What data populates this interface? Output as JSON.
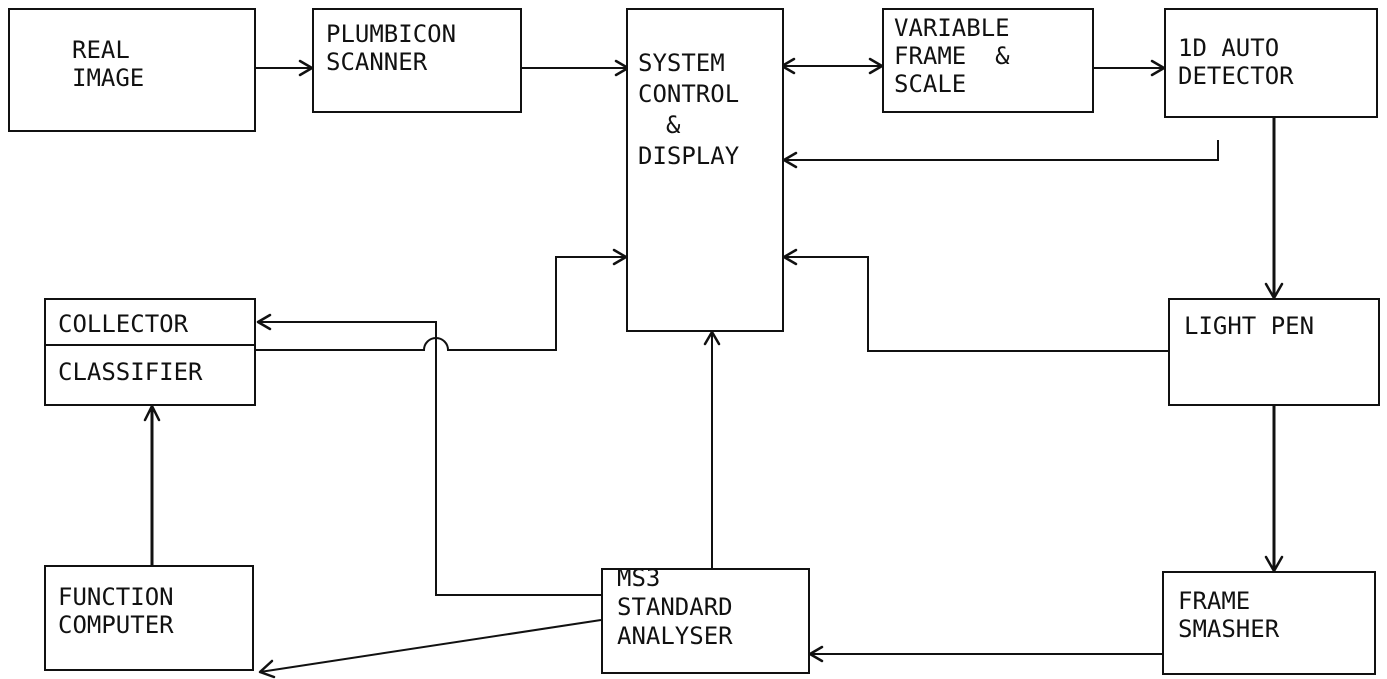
{
  "blocks": {
    "real_image": [
      "REAL",
      "IMAGE"
    ],
    "plumbicon_scanner": [
      "PLUMBICON",
      "SCANNER"
    ],
    "system_control_display": [
      "SYSTEM",
      "CONTROL",
      "&",
      "DISPLAY"
    ],
    "variable_frame_scale": [
      "VARIABLE",
      "FRAME  &",
      "SCALE"
    ],
    "auto_detector": [
      "1D AUTO",
      "DETECTOR"
    ],
    "light_pen": [
      "LIGHT PEN"
    ],
    "collector": [
      "COLLECTOR"
    ],
    "classifier": [
      "CLASSIFIER"
    ],
    "function_computer": [
      "FUNCTION",
      "COMPUTER"
    ],
    "ms3_standard_analyser": [
      "MS3",
      "STANDARD",
      "ANALYSER"
    ],
    "frame_smasher": [
      "FRAME",
      "SMASHER"
    ]
  },
  "colors": {
    "ink": "#111111",
    "background": "#ffffff"
  }
}
